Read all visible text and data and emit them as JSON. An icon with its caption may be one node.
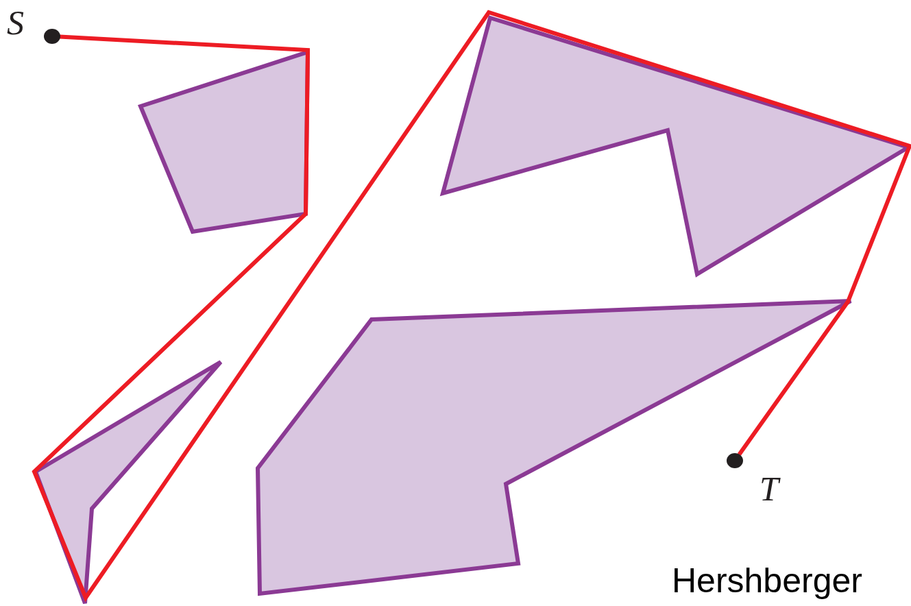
{
  "diagram": {
    "nodes": [
      {
        "text": [],
        "shape": "circle",
        "beside": [
          "S"
        ]
      },
      {
        "text": [],
        "shape": "circle",
        "beside": [
          "T"
        ]
      }
    ],
    "edges": [
      {
        "from": 0,
        "to": 1,
        "arrow": "none",
        "color": "#ed1c24"
      }
    ],
    "labels": [
      "Hershberger"
    ]
  }
}
